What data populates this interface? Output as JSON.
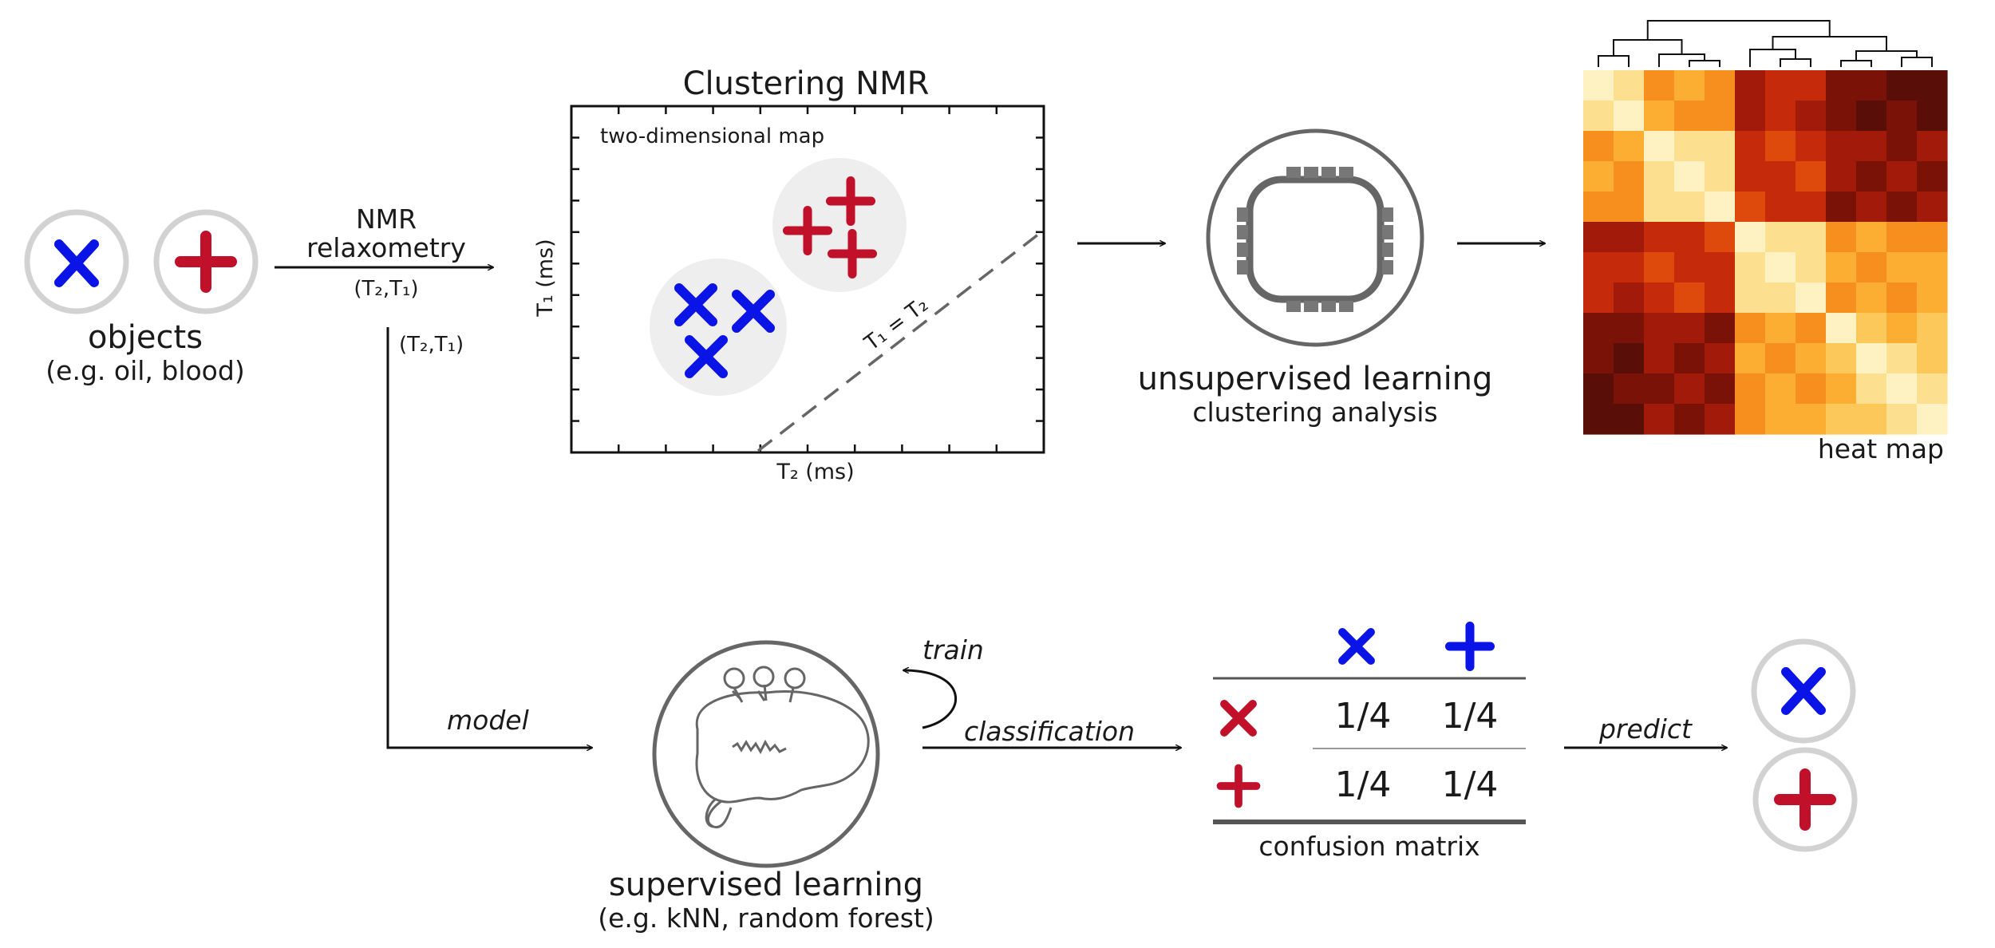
{
  "colors": {
    "blue": "#0a14e6",
    "red": "#c0102a",
    "ring": "#d2d2d2",
    "cluster_bg": "#eeeeee",
    "dark_gray": "#666666",
    "arrow": "#111111"
  },
  "icons": {
    "object_x": "blue-x-icon",
    "object_plus": "red-plus-icon",
    "chip": "chip-icon",
    "brain": "brain-icon"
  },
  "objects": {
    "title": "objects",
    "subtitle": "(e.g. oil, blood)"
  },
  "nmr_arrow": {
    "line1": "NMR",
    "line2": "relaxometry",
    "pair": "(T₂,T₁)"
  },
  "branch_pair": "(T₂,T₁)",
  "clustering_plot": {
    "title": "Clustering NMR",
    "inner_label": "two-dimensional map",
    "xlabel": "T₂ (ms)",
    "ylabel": "T₁ (ms)",
    "diagonal_label": "T₁ = T₂"
  },
  "unsupervised": {
    "title": "unsupervised learning",
    "subtitle": "clustering analysis"
  },
  "heatmap": {
    "label": "heat map",
    "n": 12,
    "palette": [
      "#5a0e08",
      "#7a1208",
      "#a11a0a",
      "#c52a0a",
      "#dd4a0c",
      "#ee6e12",
      "#f68f1e",
      "#fbae32",
      "#fcc85a",
      "#fde08f",
      "#fef1c2"
    ],
    "values": [
      [
        10,
        9,
        6,
        7,
        6,
        2,
        3,
        3,
        1,
        1,
        0,
        0
      ],
      [
        9,
        10,
        7,
        6,
        6,
        2,
        3,
        2,
        1,
        0,
        1,
        0
      ],
      [
        6,
        7,
        10,
        9,
        9,
        3,
        4,
        3,
        2,
        2,
        1,
        2
      ],
      [
        7,
        6,
        9,
        10,
        9,
        3,
        3,
        4,
        2,
        1,
        2,
        1
      ],
      [
        6,
        6,
        9,
        9,
        10,
        4,
        3,
        3,
        1,
        2,
        1,
        2
      ],
      [
        2,
        2,
        3,
        3,
        4,
        10,
        9,
        9,
        6,
        7,
        6,
        6
      ],
      [
        3,
        3,
        4,
        3,
        3,
        9,
        10,
        9,
        7,
        6,
        7,
        7
      ],
      [
        3,
        2,
        3,
        4,
        3,
        9,
        9,
        10,
        6,
        7,
        6,
        7
      ],
      [
        1,
        1,
        2,
        2,
        1,
        6,
        7,
        6,
        10,
        8,
        7,
        8
      ],
      [
        1,
        0,
        2,
        1,
        2,
        7,
        6,
        7,
        8,
        10,
        9,
        8
      ],
      [
        0,
        1,
        1,
        2,
        1,
        6,
        7,
        6,
        7,
        9,
        10,
        9
      ],
      [
        0,
        0,
        2,
        1,
        2,
        6,
        7,
        7,
        8,
        8,
        9,
        10
      ]
    ]
  },
  "model_label": "model",
  "supervised": {
    "title": "supervised learning",
    "subtitle": "(e.g. kNN, random forest)"
  },
  "train_label": "train",
  "classification_label": "classification",
  "confusion": {
    "label": "confusion matrix",
    "cells": [
      [
        "1/4",
        "1/4"
      ],
      [
        "1/4",
        "1/4"
      ]
    ]
  },
  "predict_label": "predict"
}
